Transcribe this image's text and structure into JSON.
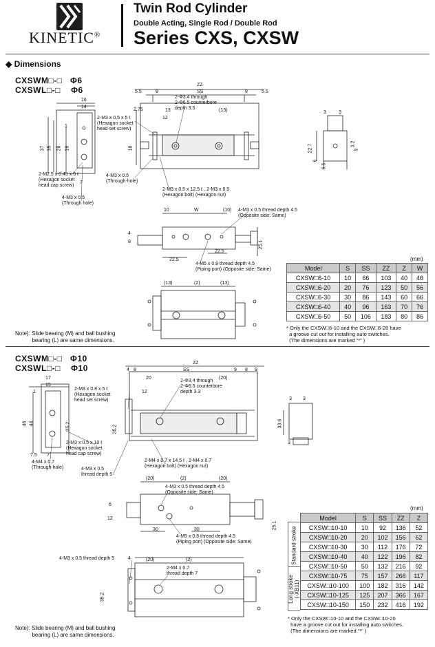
{
  "header": {
    "brand": "KINETIC",
    "registered": "®",
    "title": "Twin Rod Cylinder",
    "subtitle": "Double Acting, Single Rod / Double Rod",
    "series": "Series CXS, CXSW"
  },
  "section": {
    "bullet": "◆",
    "title": "Dimensions"
  },
  "block1": {
    "model1": "CXSWM□-□",
    "bore1": "Φ6",
    "model2": "CXSWL□-□",
    "bore2": "Φ6",
    "labels": {
      "zz": "ZZ",
      "ss": "SS",
      "w": "W",
      "d55a": "5.5",
      "d55b": "5.5",
      "d8a": "8",
      "d8b": "8",
      "d16": "16",
      "d14": "14",
      "d1": "1",
      "d37": "37",
      "d35": "35",
      "d28": "28",
      "d16v": "16",
      "d7": "7",
      "d275": "2.75",
      "d13": "13",
      "d13b": "(13)",
      "d12": "12",
      "d18": "18",
      "d10": "10",
      "d10b": "(10)",
      "d225": "22.5",
      "d225b": "22.5",
      "d4": "4",
      "d8c": "8",
      "d3a": "3",
      "d3b": "3",
      "d227": "22.7",
      "d32": "3.2",
      "d9": "9",
      "d6": "6",
      "d65": "6.5",
      "d251": "25.1",
      "d2": "(2)",
      "d13c": "(13)",
      "d13d": "(13)"
    },
    "callouts": {
      "c1": "2-M3 x 0.5 x 5 ℓ\n(Hexagon socket\nhead set screw)",
      "c2": "2-Φ3.4 through\n2-Φ6.5 counterbore\ndepth 3.3",
      "c3": "2-M2.5 x 0.45 x 6 ℓ\n(Hexagon socket\nhead cap screw)",
      "c4": "4-M3 x 0.5\n(Through hole)",
      "c5": "4-M3 x 0.5\n(Through-hole)",
      "c6": "2-M3 x 0.5 x 12.5 ℓ , 2-M3 x 0.5\n(Hexagon bolt) (Hexagon nut)",
      "c7": "4-M3 x 0.5 thread depth 4.5\n(Opposite side: Same)",
      "c8": "4-M5 x 0.8 thread depth 4.5\n(Piping port) (Opposite side: Same)"
    },
    "note": "Note): Slide bearing (M) and ball bushing\n           bearing (L) are same dimensions.",
    "table": {
      "unit": "(mm)",
      "headers": [
        "Model",
        "S",
        "SS",
        "ZZ",
        "Z",
        "W"
      ],
      "rows": [
        [
          "CXSW□6-10",
          "10",
          "66",
          "103",
          "40",
          "46"
        ],
        [
          "CXSW□6-20",
          "20",
          "76",
          "123",
          "50",
          "56"
        ],
        [
          "CXSW□6-30",
          "30",
          "86",
          "143",
          "60",
          "66"
        ],
        [
          "CXSW□6-40",
          "40",
          "96",
          "163",
          "70",
          "76"
        ],
        [
          "CXSW□6-50",
          "50",
          "106",
          "183",
          "80",
          "86"
        ]
      ],
      "footnote": "* Only the CXSW□6-10 and the CXSW□6-20 have\n  a groove cut out for installing auto switches.\n  (The dimensions are marked “*” )"
    }
  },
  "block2": {
    "model1": "CXSWM□-□",
    "bore1": "Φ10",
    "model2": "CXSWL□-□",
    "bore2": "Φ10",
    "labels": {
      "zz": "ZZ",
      "ss": "SS",
      "d17": "17",
      "d15": "15",
      "d1": "1",
      "d46": "46",
      "d44": "44",
      "d352": "35.2",
      "d352b": "35.2",
      "d352c": "35.2",
      "d75": "7.5",
      "d7": "7",
      "d4": "4",
      "d9": "9",
      "d9b": "9",
      "d8": "8",
      "d8b": "8",
      "d20": "20",
      "d20b": "(20)",
      "d12": "12",
      "d336": "33.6",
      "d3a": "3",
      "d3b": "3",
      "d3c": "3",
      "d30": "30",
      "d30b": "30",
      "d2": "(2)",
      "d2b": "(2)",
      "d20c": "(20)",
      "d20d": "(20)",
      "d20e": "(20)",
      "d251": "25.1",
      "d4b": "4",
      "d12b": "12",
      "d6": "6"
    },
    "callouts": {
      "c1": "2-M3 x 0.8 x 5 ℓ\n(Hexagon socket\nhead set screw)",
      "c2": "2-Φ3.4 through\n2-Φ6.5 counterbore\ndepth 3.3",
      "c3": "2-M3 x 0.5 x 10 ℓ\n(Hexagon socket\nhead cap screw)",
      "c4": "4-M4 x 0.7\n(Through-hole)",
      "c5": "4-M3 x 0.5\nthread depth 5",
      "c6": "2-M4 x 0.7 x 14.5 ℓ , 2-M4 x 0.7\n(Hexagon bolt) (Hexagon nut)",
      "c7": "4-M3 x 0.5 thread depth 4.5\n(Opposite side: Same)",
      "c8": "4-M5 x 0.8 thread depth 4.5\n(Piping port) (Opposite side: Same)",
      "c9": "4-M3 x 0.5 thread depth 5",
      "c10": "2-M4 x 0.7\nthread depth 7"
    },
    "note": "Note): Slide bearing (M) and ball bushing\n           bearing (L) are same dimensions.",
    "table": {
      "unit": "(mm)",
      "headers": [
        "Model",
        "S",
        "SS",
        "ZZ",
        "Z"
      ],
      "group1": "Standard stroke",
      "group2": "Long stroke\n(-XB11)",
      "rows": [
        [
          "CXSW□10-10",
          "10",
          "92",
          "136",
          "52"
        ],
        [
          "CXSW□10-20",
          "20",
          "102",
          "156",
          "62"
        ],
        [
          "CXSW□10-30",
          "30",
          "112",
          "176",
          "72"
        ],
        [
          "CXSW□10-40",
          "40",
          "122",
          "196",
          "82"
        ],
        [
          "CXSW□10-50",
          "50",
          "132",
          "216",
          "92"
        ],
        [
          "CXSW□10-75",
          "75",
          "157",
          "266",
          "117"
        ],
        [
          "CXSW□10-100",
          "100",
          "182",
          "316",
          "142"
        ],
        [
          "CXSW□10-125",
          "125",
          "207",
          "366",
          "167"
        ],
        [
          "CXSW□10-150",
          "150",
          "232",
          "416",
          "192"
        ]
      ],
      "footnote": "* Only the CXSW□10-10 and the CXSW□10-20\n  have a groove cut out for installing auto switches.\n  (The dimensions are marked “*” )"
    }
  }
}
